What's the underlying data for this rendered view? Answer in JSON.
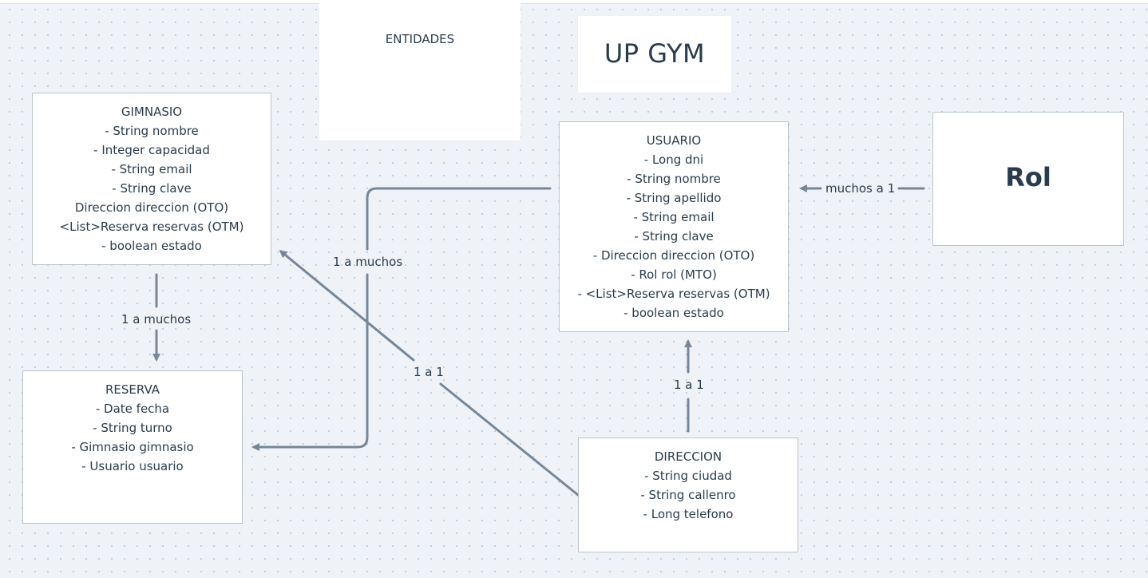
{
  "canvas": {
    "background": "#eff3f7",
    "connector_color": "#76879a"
  },
  "notes": {
    "entidades": "ENTIDADES",
    "title": "UP GYM"
  },
  "entities": {
    "gimnasio": {
      "lines": [
        "GIMNASIO",
        "- String nombre",
        "- Integer capacidad",
        "- String email",
        "- String clave",
        "Direccion direccion (OTO)",
        "<List>Reserva reservas (OTM)",
        "- boolean estado"
      ]
    },
    "reserva": {
      "lines": [
        "RESERVA",
        "- Date fecha",
        "- String turno",
        "- Gimnasio gimnasio",
        "- Usuario usuario"
      ]
    },
    "usuario": {
      "lines": [
        "USUARIO",
        "- Long dni",
        "- String nombre",
        "- String apellido",
        "- String email",
        "- String clave",
        "- Direccion direccion (OTO)",
        "- Rol rol (MTO)",
        "- <List>Reserva reservas (OTM)",
        "- boolean estado"
      ]
    },
    "direccion": {
      "lines": [
        "DIRECCION",
        "- String ciudad",
        "- String callenro",
        "- Long telefono"
      ]
    },
    "rol": {
      "label": "Rol"
    }
  },
  "relations": {
    "gimnasio_reserva": "1 a muchos",
    "usuario_reserva": "1 a muchos",
    "direccion_gimnasio": "1 a 1",
    "direccion_usuario": "1 a 1",
    "rol_usuario": "muchos a 1"
  }
}
